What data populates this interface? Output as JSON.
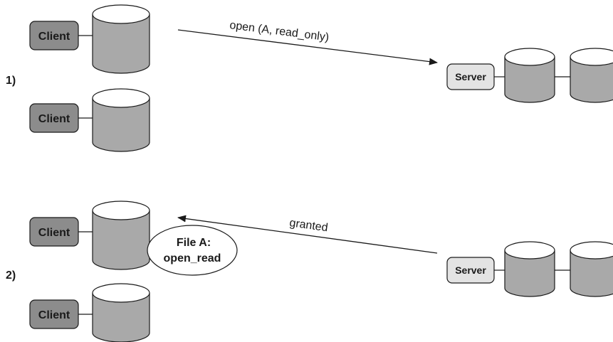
{
  "step1": {
    "label": "1)",
    "client_top": "Client",
    "client_bottom": "Client",
    "server": "Server",
    "message": "open (A, read_only)"
  },
  "step2": {
    "label": "2)",
    "client_top": "Client",
    "client_bottom": "Client",
    "server": "Server",
    "message": "granted",
    "bubble_line1": "File A:",
    "bubble_line2": "open_read"
  },
  "colors": {
    "client_box": "#8c8c8c",
    "server_box": "#e3e3e3",
    "disk_body": "#a9a9a9",
    "disk_top": "#ffffff",
    "line": "#1a1a1a"
  }
}
